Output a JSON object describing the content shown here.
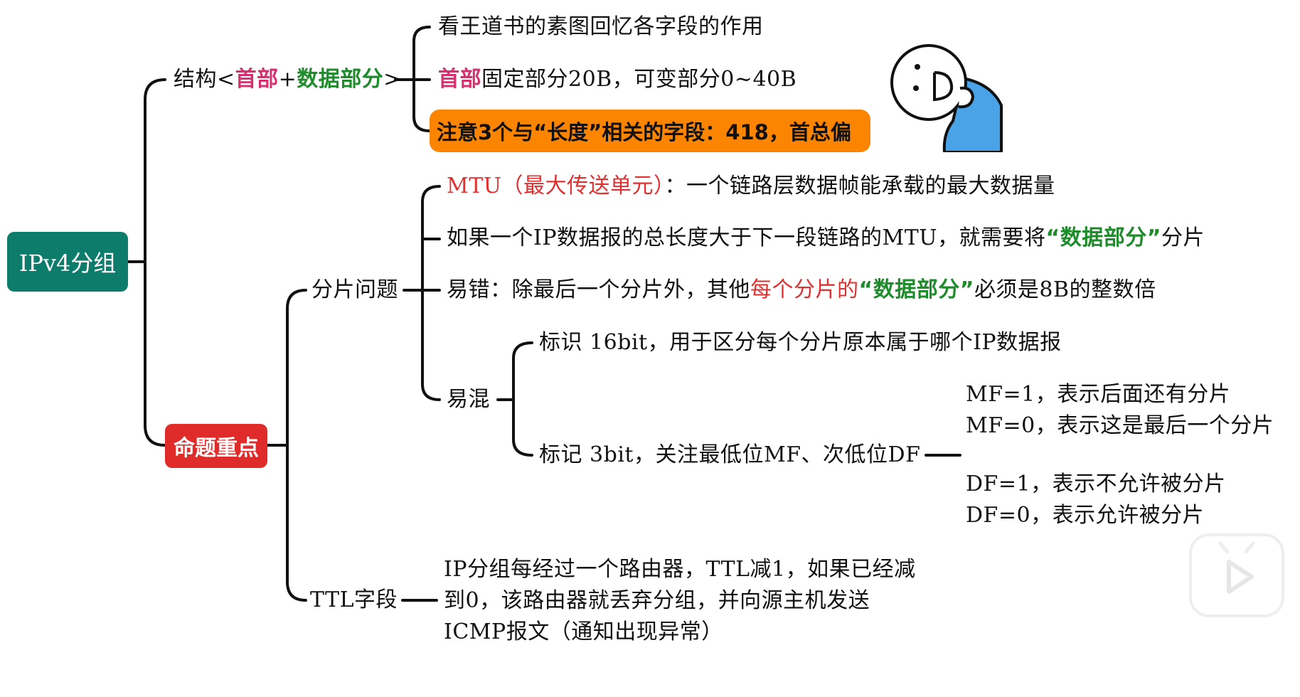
{
  "root": {
    "label": "IPv4分组"
  },
  "structure": {
    "prefix": "结构<",
    "header": "首部",
    "plus": "+",
    "data_part": "数据部分",
    "suffix": ">",
    "children": {
      "review": "看王道书的素图回忆各字段的作用",
      "header_word": "首部",
      "header_desc": "固定部分20B，可变部分0~40B",
      "warning": "注意3个与“长度”相关的字段：418，首总偏"
    }
  },
  "key_points": {
    "label": "命题重点",
    "fragmentation": {
      "label": "分片问题",
      "mtu_term": "MTU（最大传送单元）",
      "mtu_desc": "：一个链路层数据帧能承载的最大数据量",
      "rule_a": "如果一个IP数据报的总长度大于下一段链路的MTU，就需要将",
      "rule_b": "“数据部分”",
      "rule_c": "分片",
      "error_a": "易错：除最后一个分片外，其他",
      "error_b": "每个分片的",
      "error_c": "“数据部分”",
      "error_d": "必须是8B的整数倍",
      "confusion": {
        "label": "易混",
        "identification": "标识 16bit，用于区分每个分片原本属于哪个IP数据报",
        "flags": "标记 3bit，关注最低位MF、次低位DF",
        "mf1": "MF=1，表示后面还有分片",
        "mf0": "MF=0，表示这是最后一个分片",
        "df1": "DF=1，表示不允许被分片",
        "df0": "DF=0，表示允许被分片"
      }
    },
    "ttl": {
      "label": "TTL字段",
      "line1": "IP分组每经过一个路由器，TTL减1，如果已经减",
      "line2": "到0，该路由器就丢弃分组，并向源主机发送",
      "line3": "ICMP报文（通知出现异常）"
    }
  },
  "icons": {
    "doodle": "peeking-doodle-icon",
    "player": "play-icon"
  },
  "colors": {
    "root": "#0e7c6b",
    "key": "#e02b2b",
    "warning": "#fb8500",
    "pink": "#d6306e",
    "green": "#1f8c2c",
    "red": "#e03030",
    "doodle_blue": "#4aa3e6"
  }
}
